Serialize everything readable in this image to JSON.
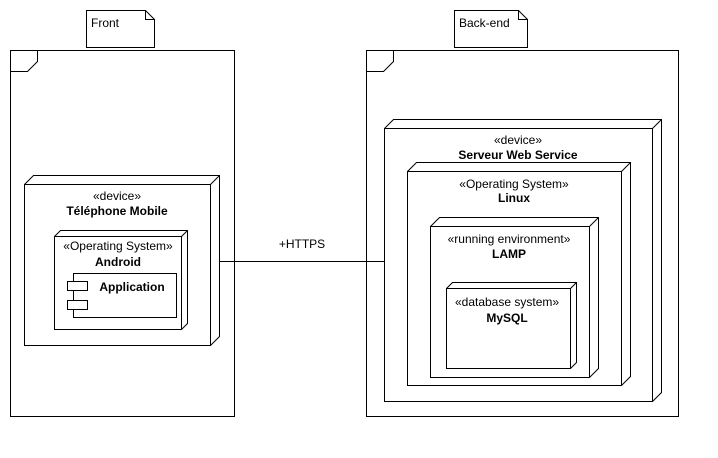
{
  "packages": {
    "front": {
      "label": "Front"
    },
    "backend": {
      "label": "Back-end"
    }
  },
  "nodes": {
    "telephone": {
      "stereotype": "«device»",
      "name": "Téléphone Mobile"
    },
    "android": {
      "stereotype": "«Operating System»",
      "name": "Android"
    },
    "application": {
      "name": "Application"
    },
    "serveur": {
      "stereotype": "«device»",
      "name": "Serveur Web Service"
    },
    "linux": {
      "stereotype": "«Operating System»",
      "name": "Linux"
    },
    "lamp": {
      "stereotype": "«running environment»",
      "name": "LAMP"
    },
    "mysql": {
      "stereotype": "«database system»",
      "name": "MySQL"
    }
  },
  "connection": {
    "label": "+HTTPS"
  },
  "colors": {
    "stroke": "#000000",
    "fill": "#ffffff"
  }
}
